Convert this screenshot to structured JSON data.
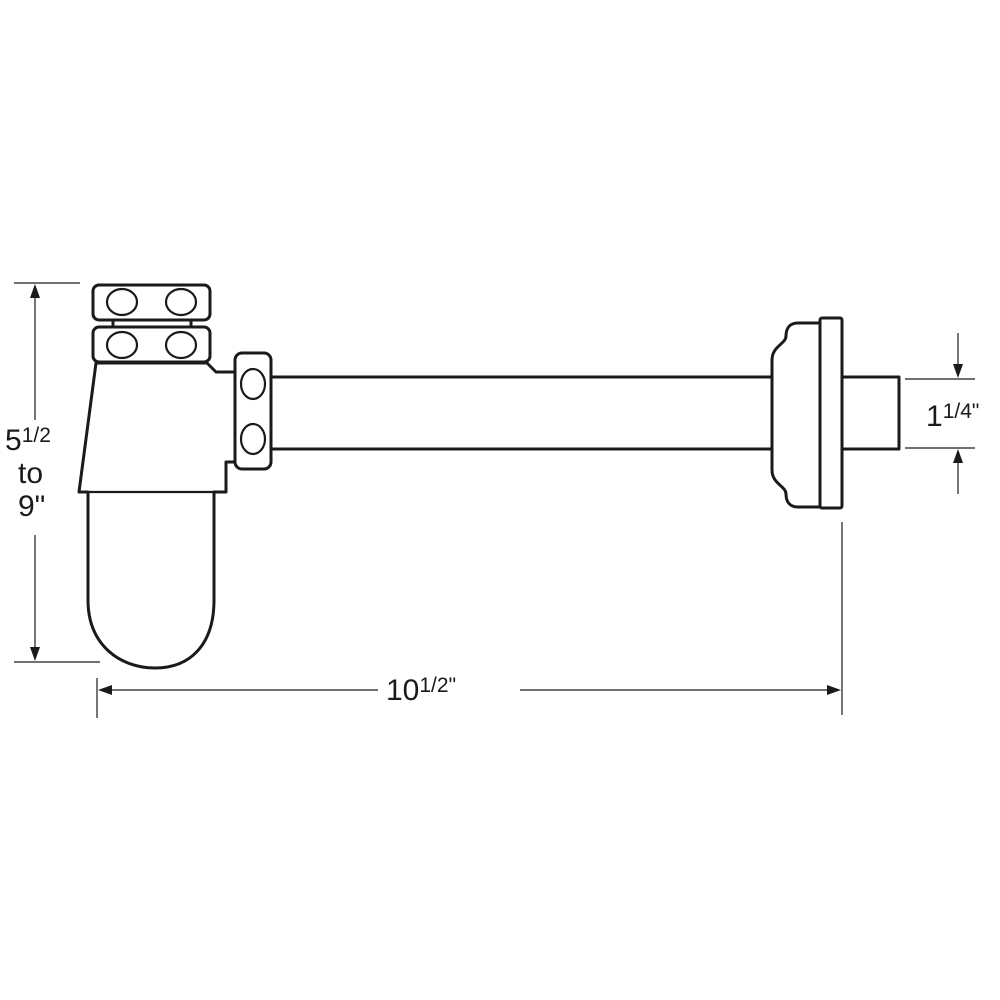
{
  "dimensions": {
    "height": {
      "whole": "5",
      "fraction": "1/2",
      "word": "to",
      "max": "9\""
    },
    "length": {
      "whole": "10",
      "fraction": "1/2\""
    },
    "pipe_diameter": {
      "whole": "1",
      "fraction": "1/4\""
    }
  },
  "colors": {
    "line": "#1a1a1a",
    "background": "#ffffff"
  }
}
